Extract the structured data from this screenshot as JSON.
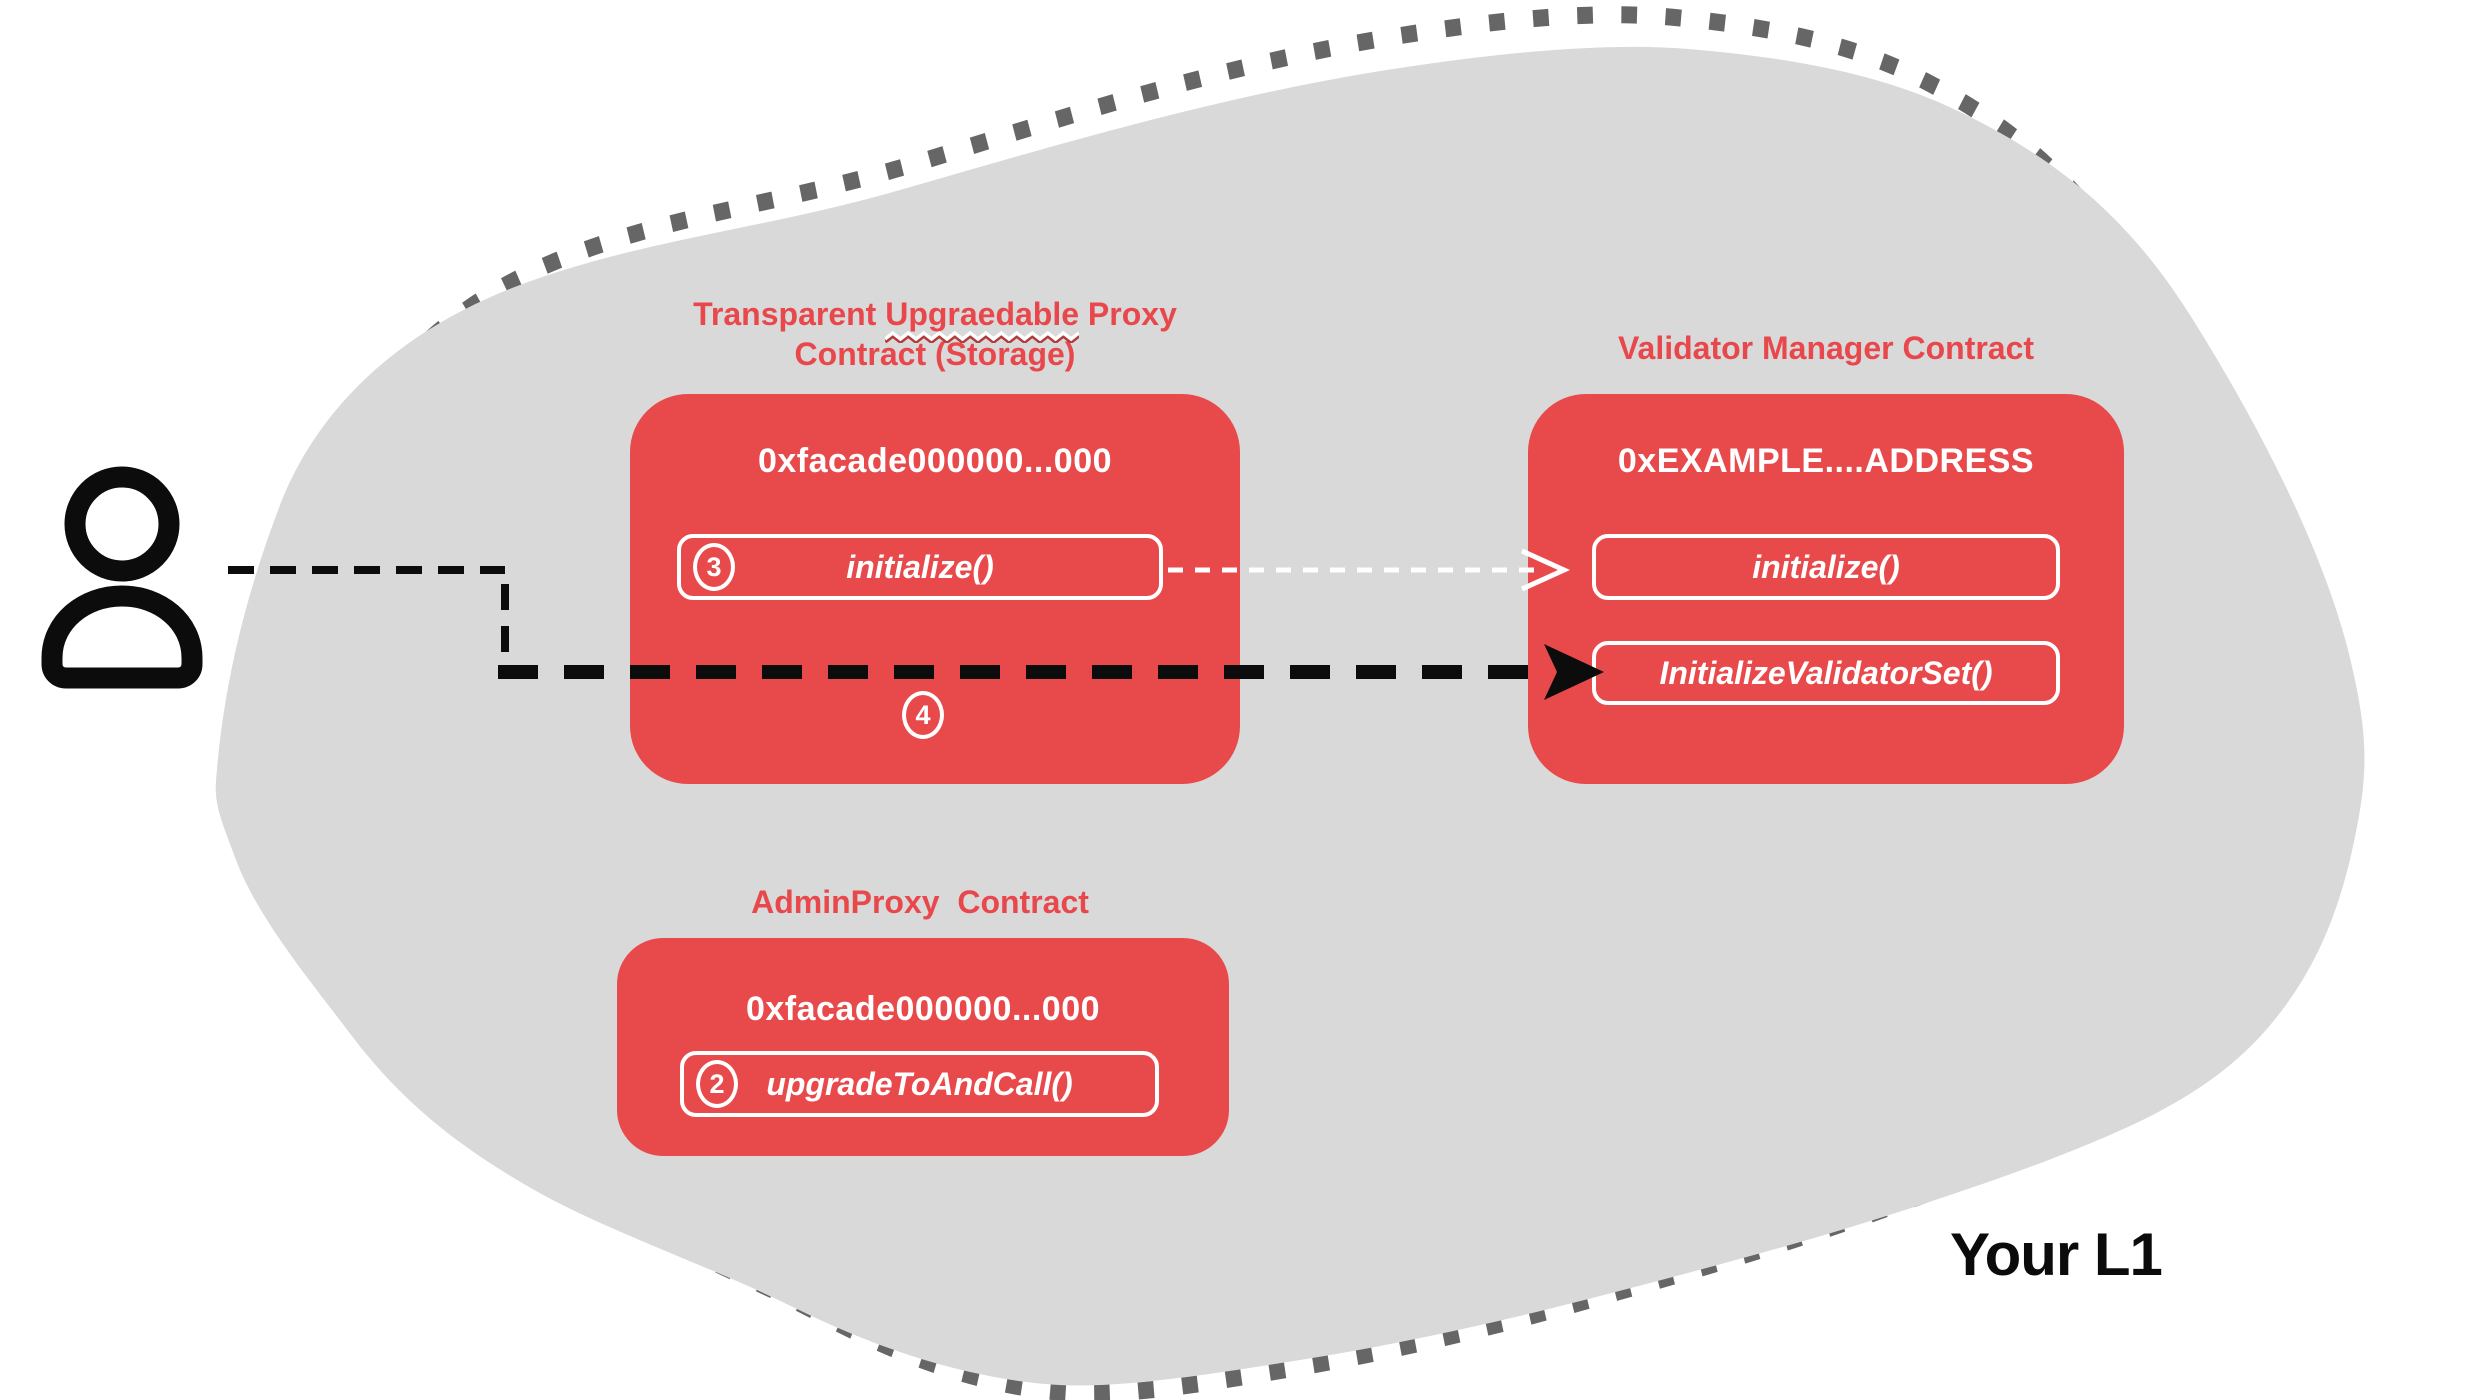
{
  "colors": {
    "box_red": "#e84a4c",
    "title_red": "#e8484b",
    "blob_gray": "#d9d9d9",
    "dot_gray": "#666666",
    "line_black": "#0d0d0d",
    "white": "#ffffff"
  },
  "region": {
    "label": "Your L1"
  },
  "proxy_contract": {
    "title_part1": "Transparent ",
    "title_misspelled": "Upgraedable",
    "title_part2": " Proxy",
    "title_line2": "Contract (Storage)",
    "address": "0xfacade000000...000",
    "initialize": {
      "step": "3",
      "label": "initialize()"
    },
    "step_after": "4"
  },
  "validator_contract": {
    "title": "Validator Manager Contract",
    "address": "0xEXAMPLE....ADDRESS",
    "functions": [
      {
        "label": "initialize()"
      },
      {
        "label": "InitializeValidatorSet()"
      }
    ]
  },
  "admin_contract": {
    "title": "AdminProxy  Contract",
    "address": "0xfacade000000...000",
    "upgrade": {
      "step": "2",
      "label": "upgradeToAndCall()"
    }
  }
}
